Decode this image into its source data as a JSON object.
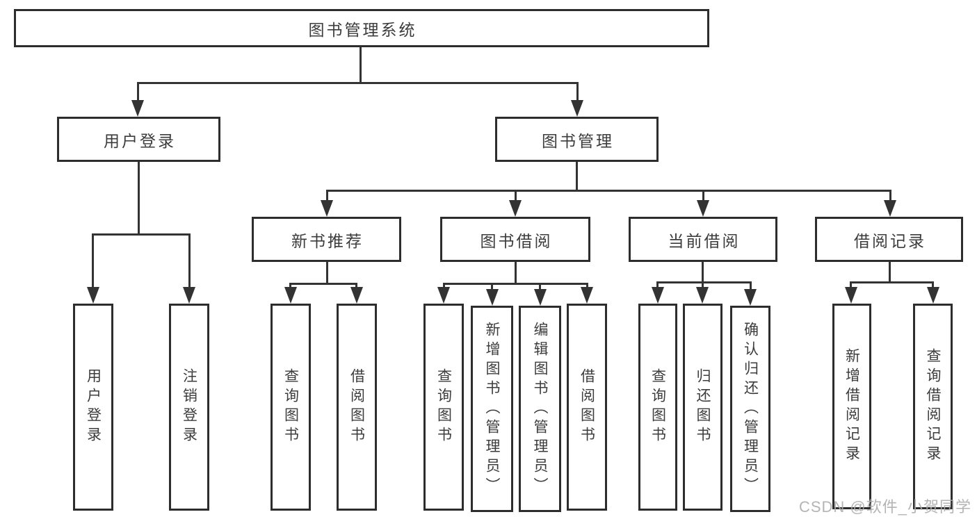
{
  "diagram": {
    "root": "图书管理系统",
    "branches": [
      {
        "label": "用户登录",
        "leaves": [
          "用户登录",
          "注销登录"
        ]
      },
      {
        "label": "图书管理",
        "groups": [
          {
            "label": "新书推荐",
            "leaves": [
              "查询图书",
              "借阅图书"
            ]
          },
          {
            "label": "图书借阅",
            "leaves": [
              "查询图书",
              "新增图书（管理员）",
              "编辑图书（管理员）",
              "借阅图书"
            ]
          },
          {
            "label": "当前借阅",
            "leaves": [
              "查询图书",
              "归还图书",
              "确认归还（管理员）"
            ]
          },
          {
            "label": "借阅记录",
            "leaves": [
              "新增借阅记录",
              "查询借阅记录"
            ]
          }
        ]
      }
    ]
  },
  "watermark": "CSDN @软件_小贺同学",
  "colors": {
    "line": "#333333",
    "box_border": "#2d2d2d",
    "text": "#3c3c3c",
    "watermark": "#acacac",
    "background": "#ffffff"
  }
}
